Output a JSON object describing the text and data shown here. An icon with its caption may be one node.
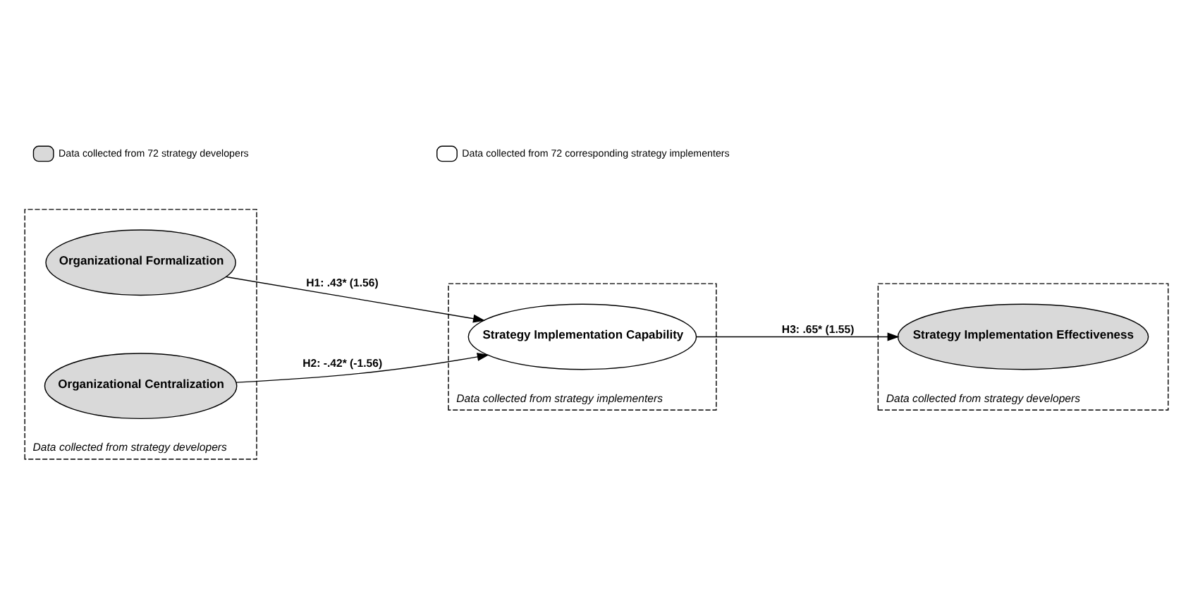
{
  "diagram": {
    "nodes": [
      {
        "text": [
          "Data collected from strategy developers"
        ]
      },
      {
        "text": [
          "Organizational Formalization"
        ],
        "in": 0
      },
      {
        "text": [
          "Organizational Centralization"
        ],
        "in": 0
      },
      {
        "text": [
          "Data collected from strategy implementers"
        ]
      },
      {
        "text": [
          "Strategy Implementation Capability"
        ],
        "in": 3
      },
      {
        "text": [
          "Data collected from strategy developers"
        ]
      },
      {
        "text": [
          "Strategy Implementation Effectiveness"
        ],
        "in": 5
      }
    ],
    "edges": [
      {
        "from": 1,
        "to": 4,
        "arrow": "to",
        "label": "H1: .43* (1.56)"
      },
      {
        "from": 2,
        "to": 4,
        "arrow": "to",
        "label": "H2: -.42* (-1.56)"
      },
      {
        "from": 4,
        "to": 6,
        "arrow": "to",
        "label": "H3: .65* (1.55)"
      }
    ],
    "legend": [
      {
        "text": "Data collected from 72 strategy developers",
        "color": "#d9d9d9"
      },
      {
        "text": "Data collected from 72 corresponding strategy implementers",
        "color": "#ffffff"
      }
    ]
  }
}
